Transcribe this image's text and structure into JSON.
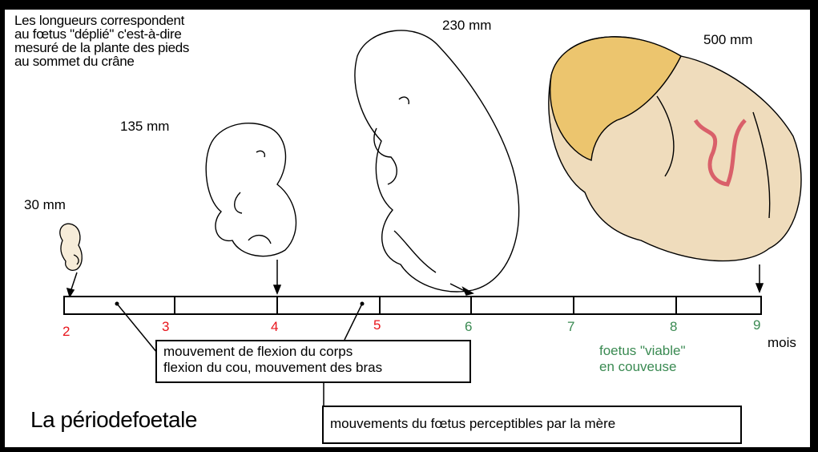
{
  "colors": {
    "past_months": "#e8141b",
    "future_months": "#3a8a52",
    "viable_text": "#3a8a52",
    "fetus_skin": "#efdcbc",
    "fetus_head": "#ecc56e",
    "umbilical": "#d9606a",
    "outline": "#000000"
  },
  "note": "Les longueurs correspondent\nau fœtus \"déplié\" c'est-à-dire\nmesuré de la plante des pieds\nau sommet du crâne",
  "lengths": {
    "l30": "30 mm",
    "l135": "135 mm",
    "l230": "230 mm",
    "l500": "500 mm"
  },
  "timeline": {
    "months": [
      "2",
      "3",
      "4",
      "5",
      "6",
      "7",
      "8",
      "9"
    ],
    "unit": "mois"
  },
  "movement_box": "mouvement de flexion du corps\nflexion du cou, mouvement des bras",
  "mother_box": "mouvements du fœtus perceptibles par la mère",
  "viable": "foetus \"viable\"\nen couveuse",
  "title": "La périodefoetale",
  "icons": [
    "fetus-30mm-icon",
    "fetus-135mm-icon",
    "fetus-230mm-icon",
    "fetus-500mm-icon"
  ]
}
